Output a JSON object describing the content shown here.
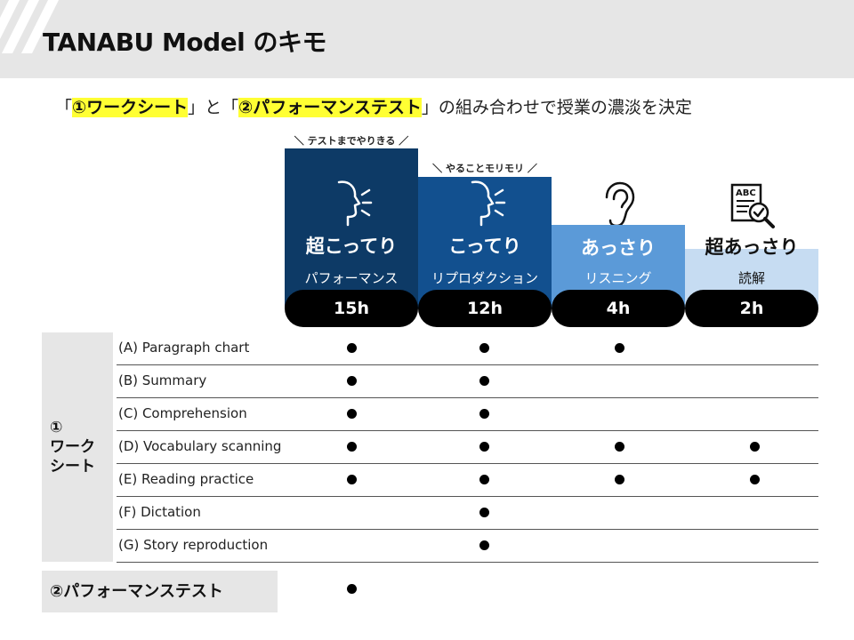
{
  "title": "TANABU Model のキモ",
  "subtitle": {
    "pre": "「",
    "hl1": "①ワークシート",
    "mid": "」と「",
    "hl2": "②パフォーマンステスト",
    "post": "」の組み合わせで授業の濃淡を決定"
  },
  "annotations": [
    "＼ テストまでやりきる ／",
    "＼ やることモリモリ ／"
  ],
  "levels": [
    {
      "name": "超こってり",
      "activity": "パフォーマンス",
      "hours": "15h",
      "icon": "speaking-head-icon",
      "color": "#0d3a66"
    },
    {
      "name": "こってり",
      "activity": "リプロダクション",
      "hours": "12h",
      "icon": "speaking-head-icon",
      "color": "#12508f"
    },
    {
      "name": "あっさり",
      "activity": "リスニング",
      "hours": "4h",
      "icon": "ear-icon",
      "color": "#5b9ad8"
    },
    {
      "name": "超あっさり",
      "activity": "読解",
      "hours": "2h",
      "icon": "reading-check-icon",
      "color": "#c6dcf2"
    }
  ],
  "worksheet": {
    "label_line1": "①",
    "label_line2": "ワーク",
    "label_line3": "シート",
    "rows": [
      {
        "label": "(A) Paragraph chart",
        "marks": [
          true,
          true,
          true,
          false
        ]
      },
      {
        "label": "(B) Summary",
        "marks": [
          true,
          true,
          false,
          false
        ]
      },
      {
        "label": "(C) Comprehension",
        "marks": [
          true,
          true,
          false,
          false
        ]
      },
      {
        "label": "(D) Vocabulary scanning",
        "marks": [
          true,
          true,
          true,
          true
        ]
      },
      {
        "label": "(E) Reading practice",
        "marks": [
          true,
          true,
          true,
          true
        ]
      },
      {
        "label": "(F) Dictation",
        "marks": [
          false,
          true,
          false,
          false
        ]
      },
      {
        "label": "(G) Story reproduction",
        "marks": [
          false,
          true,
          false,
          false
        ]
      }
    ]
  },
  "performance_test": {
    "label": "②パフォーマンステスト",
    "marks": [
      true,
      false,
      false,
      false
    ]
  }
}
